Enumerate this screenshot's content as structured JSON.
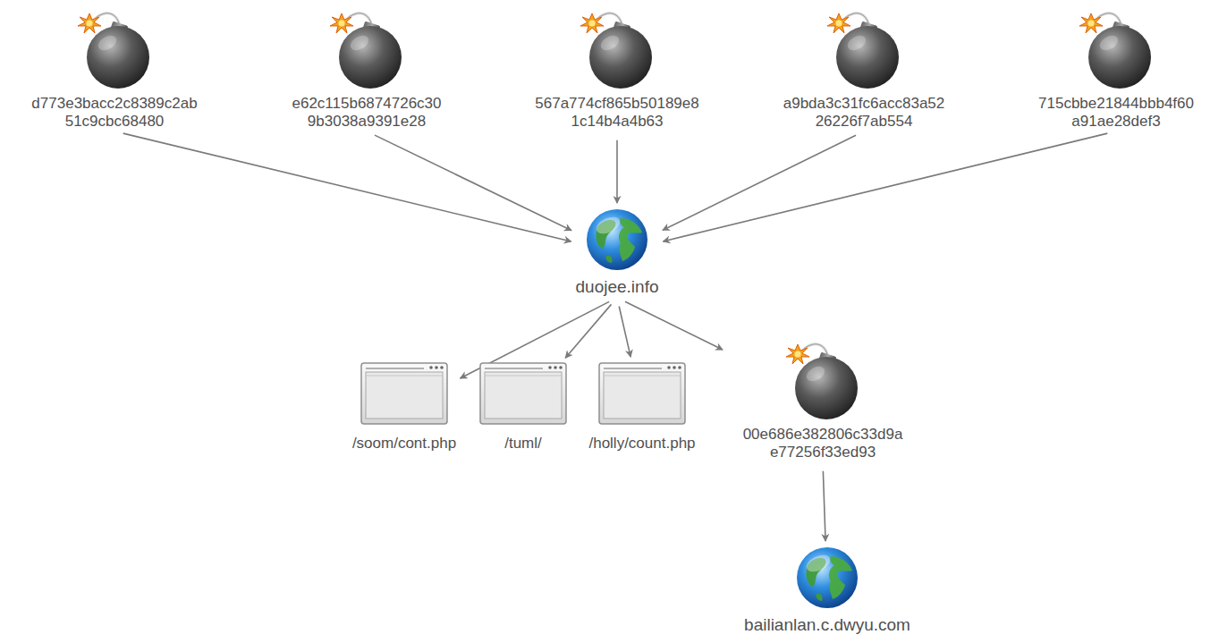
{
  "diagram": {
    "nodes": [
      {
        "text": [
          "d773e3bacc2c8389c2ab 51c9cbc68480"
        ]
      },
      {
        "text": [
          "e62c115b6874726c30 9b3038a9391e28"
        ]
      },
      {
        "text": [
          "567a774cf865b50189e8 1c14b4a4b63"
        ]
      },
      {
        "text": [
          "a9bda3c31fc6acc83a52 26226f7ab554"
        ]
      },
      {
        "text": [
          "715cbbe21844bbb4f60 a91ae28def3"
        ]
      },
      {
        "text": [
          "duojee.info"
        ]
      },
      {
        "text": [
          "/soom/cont.php"
        ]
      },
      {
        "text": [
          "/tuml/"
        ]
      },
      {
        "text": [
          "/holly/count.php"
        ]
      },
      {
        "text": [
          "00e686e382806c33d9a e77256f33ed93"
        ]
      },
      {
        "text": [
          "bailianlan.c.dwyu.com"
        ]
      }
    ],
    "edges": [
      {
        "from": 0,
        "to": 5,
        "arrow": "to"
      },
      {
        "from": 1,
        "to": 5,
        "arrow": "to"
      },
      {
        "from": 2,
        "to": 5,
        "arrow": "to"
      },
      {
        "from": 3,
        "to": 5,
        "arrow": "to"
      },
      {
        "from": 4,
        "to": 5,
        "arrow": "to"
      },
      {
        "from": 5,
        "to": 6,
        "arrow": "to"
      },
      {
        "from": 5,
        "to": 7,
        "arrow": "to"
      },
      {
        "from": 5,
        "to": 8,
        "arrow": "to"
      },
      {
        "from": 5,
        "to": 9,
        "arrow": "to"
      },
      {
        "from": 9,
        "to": 10,
        "arrow": "to"
      }
    ]
  }
}
